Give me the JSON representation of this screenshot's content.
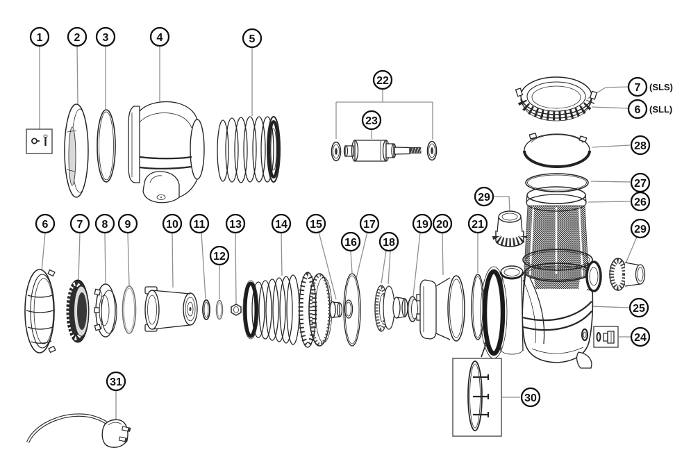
{
  "figure_colors": {
    "background": "#ffffff",
    "line": "#262626",
    "dark_fill": "#2d2d2d",
    "leader_line": "#8f8f8f",
    "callout_text": "#101010"
  },
  "annotations": {
    "sls": "(SLS)",
    "sll": "(SLL)"
  },
  "callouts": [
    {
      "label": "1"
    },
    {
      "label": "2"
    },
    {
      "label": "3"
    },
    {
      "label": "4"
    },
    {
      "label": "5"
    },
    {
      "label": "22"
    },
    {
      "label": "23"
    },
    {
      "label": "7"
    },
    {
      "label": "6"
    },
    {
      "label": "28"
    },
    {
      "label": "27"
    },
    {
      "label": "26"
    },
    {
      "label": "29"
    },
    {
      "label": "29"
    },
    {
      "label": "25"
    },
    {
      "label": "24"
    },
    {
      "label": "30"
    },
    {
      "label": "6"
    },
    {
      "label": "7"
    },
    {
      "label": "8"
    },
    {
      "label": "9"
    },
    {
      "label": "10"
    },
    {
      "label": "11"
    },
    {
      "label": "12"
    },
    {
      "label": "13"
    },
    {
      "label": "14"
    },
    {
      "label": "15"
    },
    {
      "label": "16"
    },
    {
      "label": "17"
    },
    {
      "label": "18"
    },
    {
      "label": "19"
    },
    {
      "label": "20"
    },
    {
      "label": "21"
    },
    {
      "label": "31"
    }
  ]
}
